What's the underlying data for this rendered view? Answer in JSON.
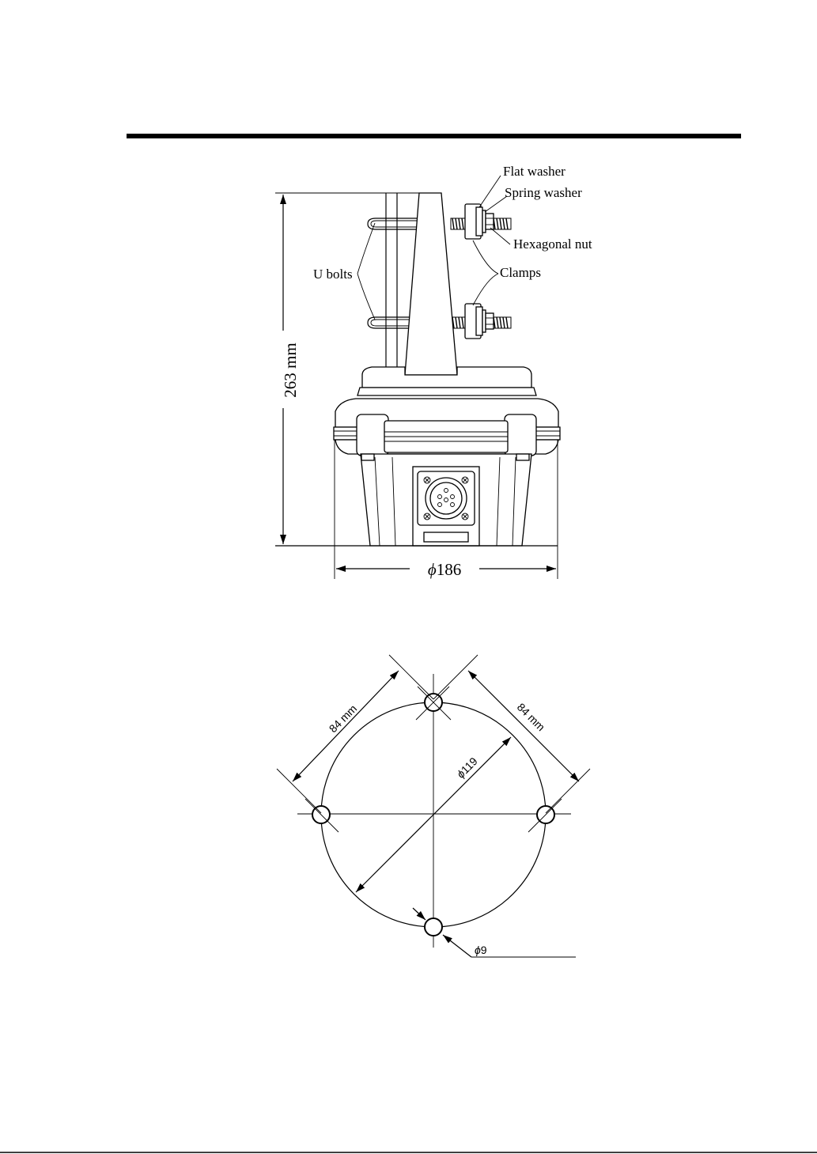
{
  "side_view": {
    "labels": {
      "flat_washer": "Flat washer",
      "spring_washer": "Spring washer",
      "hexagonal_nut": "Hexagonal nut",
      "clamps": "Clamps",
      "u_bolts": "U bolts"
    },
    "height_dim": "263 mm",
    "diameter_symbol": "ϕ",
    "diameter_value": "186"
  },
  "mount_view": {
    "spacing_left": "84 mm",
    "spacing_right": "84 mm",
    "circle_symbol": "ϕ",
    "circle_value": "119",
    "hole_symbol": "ϕ",
    "hole_value": "9"
  }
}
